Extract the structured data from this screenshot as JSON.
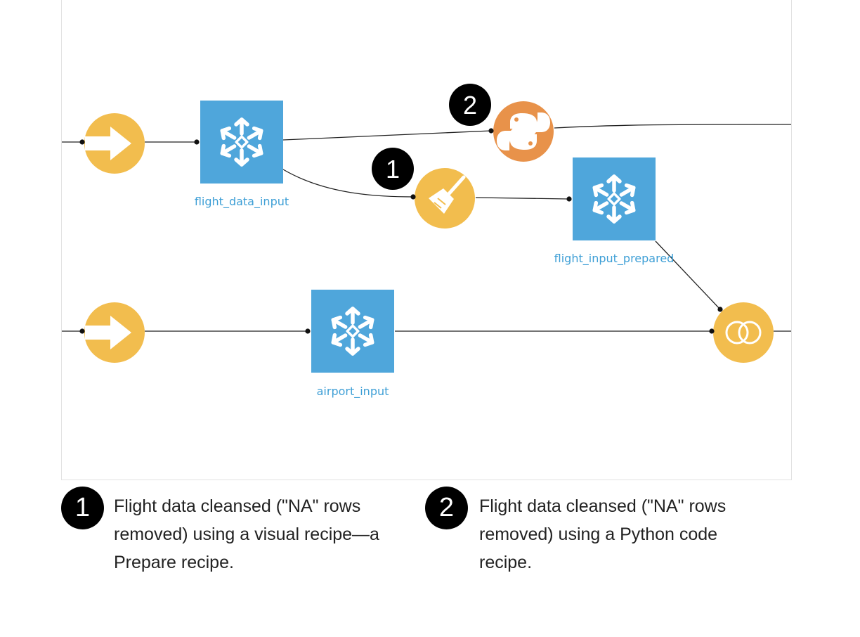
{
  "flow": {
    "datasets": {
      "flight_data_input": "flight_data_input",
      "flight_input_prepared": "flight_input_prepared",
      "airport_input": "airport_input"
    },
    "badges": {
      "prepare_badge": "1",
      "python_badge": "2"
    }
  },
  "legend": [
    {
      "number": "1",
      "text": "Flight data cleansed (\"NA\" rows removed) using a visual recipe—a Prepare recipe."
    },
    {
      "number": "2",
      "text": "Flight data cleansed (\"NA\" rows removed) using a Python code recipe."
    }
  ],
  "colors": {
    "recipe_yellow": "#f2bd4e",
    "python_orange": "#e8924a",
    "dataset_blue": "#4fa6db",
    "label_blue": "#3e9fd6",
    "edge": "#222222",
    "badge": "#000000"
  },
  "icons": {
    "sync_recipe": "arrow-right-icon",
    "dataset": "snowflake-icon",
    "prepare_recipe": "broom-icon",
    "python_recipe": "python-icon",
    "join_recipe": "join-icon"
  }
}
